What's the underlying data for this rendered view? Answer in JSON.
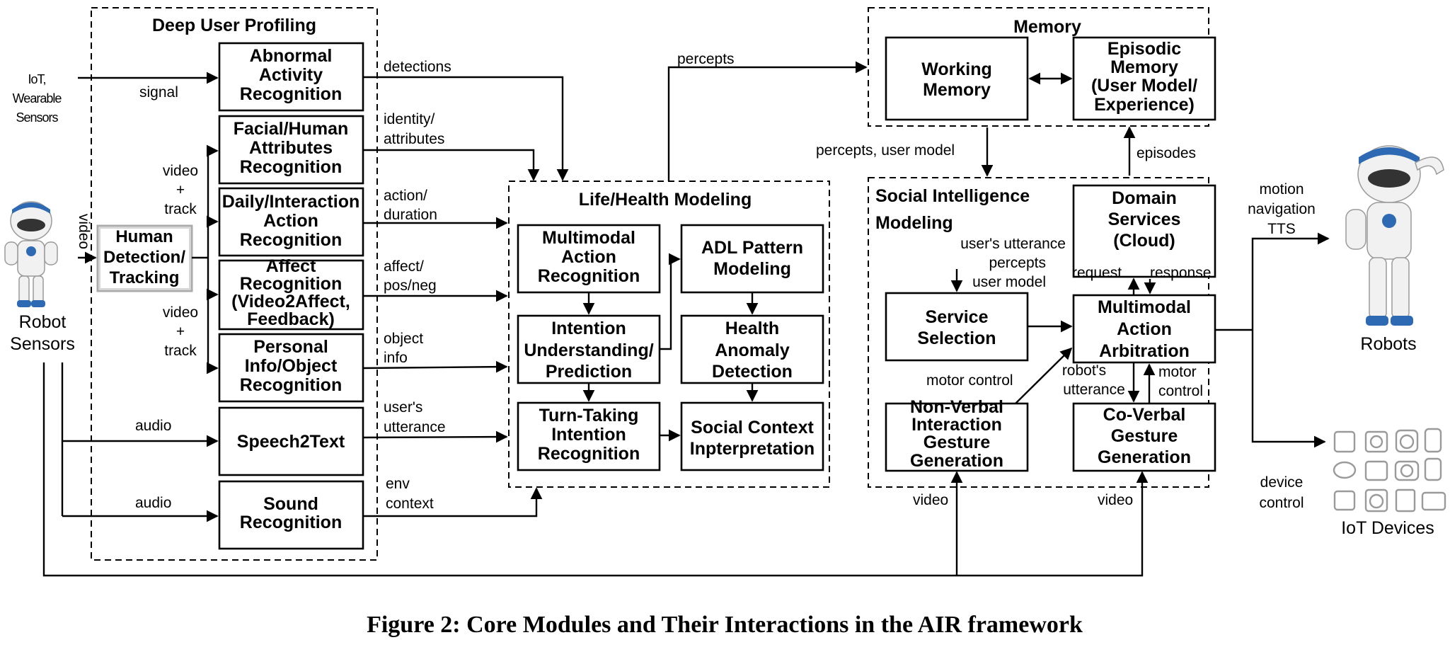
{
  "groups": {
    "profiling": "Deep User Profiling",
    "lifehealth": "Life/Health Modeling",
    "memory": "Memory",
    "social": [
      "Social Intelligence",
      "Modeling"
    ]
  },
  "modules": {
    "abnormal": [
      "Abnormal",
      "Activity",
      "Recognition"
    ],
    "facial": [
      "Facial/Human",
      "Attributes",
      "Recognition"
    ],
    "daily": [
      "Daily/Interaction",
      "Action",
      "Recognition"
    ],
    "affect": [
      "Affect",
      "Recognition",
      "(Video2Affect,",
      "Feedback)"
    ],
    "personal": [
      "Personal",
      "Info/Object",
      "Recognition"
    ],
    "speech": [
      "Speech2Text"
    ],
    "sound": [
      "Sound",
      "Recognition"
    ],
    "human_detection": [
      "Human",
      "Detection/",
      "Tracking"
    ],
    "multimodal_recog": [
      "Multimodal",
      "Action",
      "Recognition"
    ],
    "intention": [
      "Intention",
      "Understanding/",
      "Prediction"
    ],
    "turn_taking": [
      "Turn-Taking",
      "Intention",
      "Recognition"
    ],
    "adl": [
      "ADL Pattern",
      "Modeling"
    ],
    "health": [
      "Health",
      "Anomaly",
      "Detection"
    ],
    "social_context": [
      "Social Context",
      "Inpterpretation"
    ],
    "working_memory": [
      "Working",
      "Memory"
    ],
    "episodic_memory": [
      "Episodic",
      "Memory",
      "(User Model/",
      "Experience)"
    ],
    "domain_services": [
      "Domain",
      "Services",
      "(Cloud)"
    ],
    "service_selection": [
      "Service",
      "Selection"
    ],
    "arbitration": [
      "Multimodal",
      "Action",
      "Arbitration"
    ],
    "nonverbal": [
      "Non-Verbal",
      "Interaction",
      "Gesture",
      "Generation"
    ],
    "coverbal": [
      "Co-Verbal",
      "Gesture",
      "Generation"
    ]
  },
  "labels": {
    "iot_sensors": [
      "IoT,",
      "Wearable",
      "Sensors"
    ],
    "signal": "signal",
    "video_track_top": [
      "video",
      "+",
      "track"
    ],
    "video_track_bottom": [
      "video",
      "+",
      "track"
    ],
    "video_side": "video",
    "robot_sensors": [
      "Robot",
      "Sensors"
    ],
    "audio_1": "audio",
    "audio_2": "audio",
    "detections": "detections",
    "identity": [
      "identity/",
      "attributes"
    ],
    "action_duration": [
      "action/",
      "duration"
    ],
    "affect_posneg": [
      "affect/",
      "pos/neg"
    ],
    "object_info": [
      "object",
      "info"
    ],
    "users_utterance_speech": [
      "user's",
      "utterance"
    ],
    "env_context": [
      "env",
      "context"
    ],
    "percepts": "percepts",
    "percepts_user_model": "percepts, user model",
    "episodes": "episodes",
    "social_inputs": [
      "user's utterance",
      "percepts",
      "user model"
    ],
    "request": "request",
    "response": "response",
    "motor_control_left": "motor control",
    "robots_utterance": [
      "robot's",
      "utterance"
    ],
    "motor_control_right": [
      "motor",
      "control"
    ],
    "video_nonverbal": "video",
    "video_coverbal": "video",
    "motion_nav_tts": [
      "motion",
      "navigation",
      "TTS"
    ],
    "device_control": [
      "device",
      "control"
    ],
    "robots": "Robots",
    "iot_devices": "IoT Devices"
  },
  "caption": "Figure 2: Core Modules and Their Interactions in the AIR framework"
}
